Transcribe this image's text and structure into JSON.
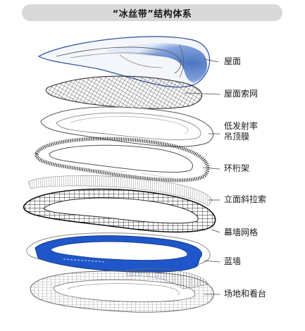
{
  "title": "“冰丝带”结构体系",
  "layers": [
    {
      "id": "roof",
      "label_lines": [
        "屋面"
      ]
    },
    {
      "id": "roof-cable-net",
      "label_lines": [
        "屋面索网"
      ]
    },
    {
      "id": "low-emissivity-ceiling-membrane",
      "label_lines": [
        "低发射率",
        "吊顶膜"
      ]
    },
    {
      "id": "ring-truss",
      "label_lines": [
        "环桁架"
      ]
    },
    {
      "id": "facade-inclined-cables",
      "label_lines": [
        "立面斜拉索"
      ]
    },
    {
      "id": "curtain-wall-grid",
      "label_lines": [
        "幕墙网格"
      ]
    },
    {
      "id": "blue-wall",
      "label_lines": [
        "蓝墙"
      ]
    },
    {
      "id": "field-and-stands",
      "label_lines": [
        "场地和看台"
      ]
    }
  ],
  "colors": {
    "title_bg": "#d9d9d9",
    "roof_blue": "#2f5fb8",
    "blue_wall": "#1f56c9",
    "line_dark": "#333333",
    "line_light": "#8a8a8a"
  }
}
